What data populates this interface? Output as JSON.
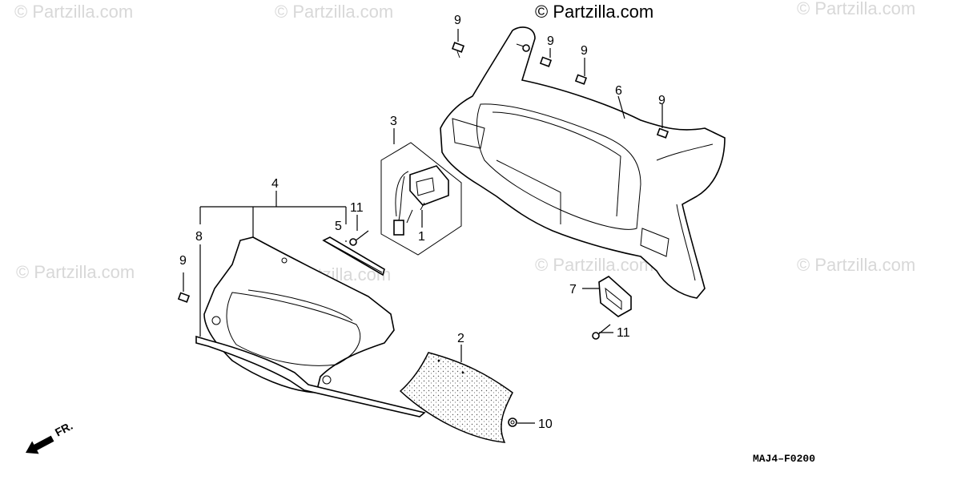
{
  "watermarks": {
    "main": "© Partzilla.com",
    "faint": "© Partzilla.com"
  },
  "diagram_code": "MAJ4–F0200",
  "front_label": "FR.",
  "callouts": {
    "c1": "1",
    "c2": "2",
    "c3": "3",
    "c4": "4",
    "c5": "5",
    "c6": "6",
    "c7": "7",
    "c8": "8",
    "c9a": "9",
    "c9b": "9",
    "c9c": "9",
    "c9d": "9",
    "c9e": "9",
    "c10": "10",
    "c11a": "11",
    "c11b": "11"
  }
}
